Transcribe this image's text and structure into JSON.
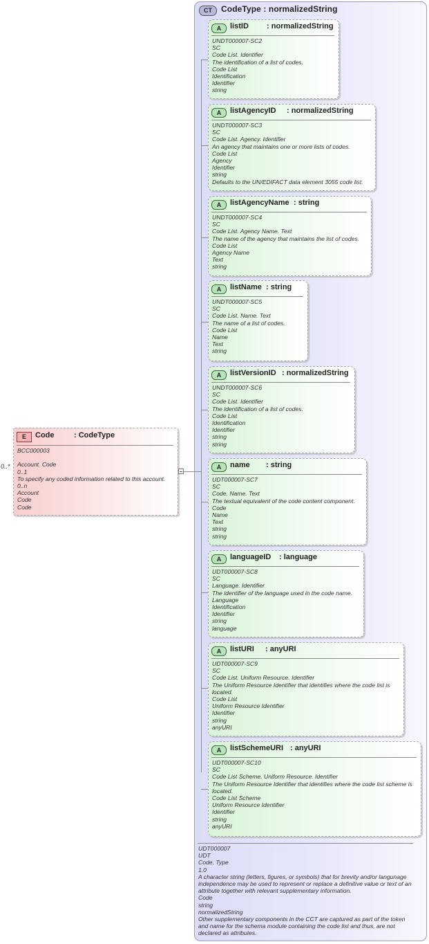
{
  "complex_type": {
    "badge": "CT",
    "name": "CodeType",
    "type": "normalizedString",
    "footer": [
      "UDT000007",
      "UDT",
      "Code. Type",
      "1.0",
      "A character string (letters, figures, or symbols) that for brevity and/or langunage independence may be used to represent or replace a definitive value or text of an attribute together with relevant supplementary information.",
      "Code",
      "string",
      "normalizedString",
      "Other supplementary components in the CCT are captured as part of the token and name for the schema module containing the code list and thus, are not declared as attributes."
    ]
  },
  "element": {
    "badge": "E",
    "name": "Code",
    "type": ": CodeType",
    "multiplicity": "0..*",
    "lines": [
      "BCC000003",
      "",
      "Account. Code",
      "0..1",
      "To specify any coded information related to this account.",
      "0..n",
      "Account",
      "Code",
      "Code"
    ]
  },
  "attributes": [
    {
      "badge": "A",
      "name": "listID",
      "type": ": normalizedString",
      "lines": [
        "UNDT000007-SC2",
        "SC",
        "Code List. Identifier",
        "The identification of a list of codes.",
        "Code List",
        "Identification",
        "Identifier",
        "string"
      ]
    },
    {
      "badge": "A",
      "name": "listAgencyID",
      "type": ": normalizedString",
      "lines": [
        "UNDT000007-SC3",
        "SC",
        "Code List. Agency. Identifier",
        "An agency that maintains one or more lists of codes.",
        "Code List",
        "Agency",
        "Identifier",
        "string",
        "Defaults to the UN/EDIFACT data element 3055 code list."
      ]
    },
    {
      "badge": "A",
      "name": "listAgencyName",
      "type": ": string",
      "lines": [
        "UNDT000007-SC4",
        "SC",
        "Code List. Agency Name. Text",
        "The name of the agency that maintains the list of codes.",
        "Code List",
        "Agency Name",
        "Text",
        "string"
      ]
    },
    {
      "badge": "A",
      "name": "listName",
      "type": ": string",
      "lines": [
        "UNDT000007-SC5",
        "SC",
        "Code List. Name. Text",
        "The name of a list of codes.",
        "Code List",
        "Name",
        "Text",
        "string"
      ]
    },
    {
      "badge": "A",
      "name": "listVersionID",
      "type": ": normalizedString",
      "lines": [
        "UNDT000007-SC6",
        "SC",
        "Code List. Identifier",
        "The identification of a list of codes.",
        "Code List",
        "Identification",
        "Identifier",
        "string",
        "string"
      ]
    },
    {
      "badge": "A",
      "name": "name",
      "type": ": string",
      "lines": [
        "UDT000007-SC7",
        "SC",
        "Code. Name. Text",
        "The textual equivalent of the code content component.",
        "Code",
        "Name",
        "Text",
        "string",
        "string"
      ]
    },
    {
      "badge": "A",
      "name": "languageID",
      "type": ": language",
      "lines": [
        "UDT000007-SC8",
        "SC",
        "Language. Identifier",
        "The identifier of the language used in the code name.",
        "Language",
        "Identification",
        "Identifier",
        "string",
        "language"
      ]
    },
    {
      "badge": "A",
      "name": "listURI",
      "type": ": anyURI",
      "lines": [
        "UDT000007-SC9",
        "SC",
        "Code List. Uniform Resource. Identifier",
        "The Uniform Resource Identifier that identifies where the code list is located.",
        "Code List",
        "Uniform Resource Identifier",
        "Identifier",
        "string",
        "anyURI"
      ]
    },
    {
      "badge": "A",
      "name": "listSchemeURI",
      "type": ": anyURI",
      "lines": [
        "UDT000007-SC10",
        "SC",
        "Code List Scheme. Uniform Resource. Identifier",
        "The Uniform Resource Identifier that identifies where the code list scheme is located.",
        "Code List Scheme",
        "Uniform Resource Identifier",
        "Identifier",
        "string",
        "anyURI"
      ]
    }
  ]
}
